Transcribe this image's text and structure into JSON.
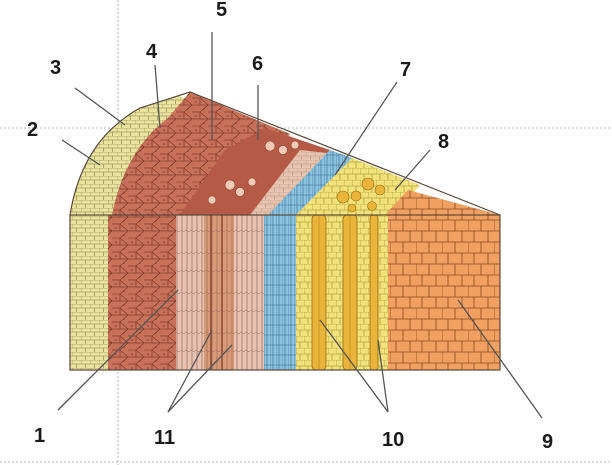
{
  "labels": {
    "l1": "1",
    "l2": "2",
    "l3": "3",
    "l4": "4",
    "l5": "5",
    "l6": "6",
    "l7": "7",
    "l8": "8",
    "l9": "9",
    "l10": "10",
    "l11": "11"
  },
  "colors": {
    "epidermis": "#e9e3a0",
    "cortex_brown": "#c9705a",
    "cortex_dark": "#b55a46",
    "phloem_pink": "#e8c2b2",
    "fiber_tan": "#d99a78",
    "cambium_blue": "#8cc4e0",
    "xylem_yellow": "#f2e27a",
    "vessel_gold": "#e8b53a",
    "pith_orange": "#f0a060",
    "pith_dark": "#e08840",
    "cell_line": "#7a4a30"
  }
}
